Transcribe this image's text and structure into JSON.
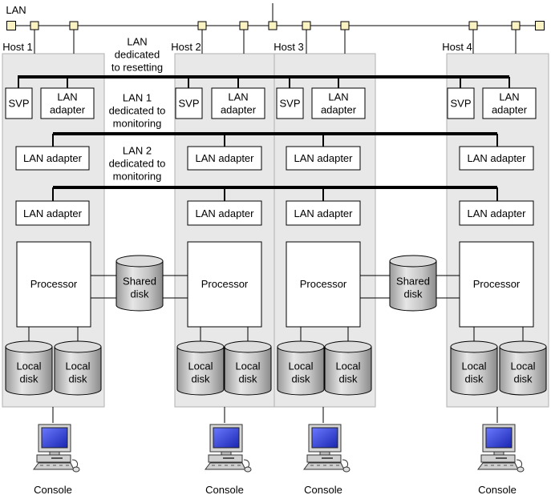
{
  "lan": {
    "label": "LAN",
    "resetting_label": [
      "LAN",
      "dedicated",
      "to resetting"
    ],
    "lan1_label": [
      "LAN 1",
      "dedicated to",
      "monitoring"
    ],
    "lan2_label": [
      "LAN 2",
      "dedicated to",
      "monitoring"
    ]
  },
  "hosts": [
    {
      "name": "Host 1",
      "svp": "SVP",
      "reset_adapter": [
        "LAN",
        "adapter"
      ],
      "lan1_adapter": "LAN adapter",
      "lan2_adapter": "LAN adapter",
      "processor": "Processor",
      "disks": [
        [
          "Local",
          "disk"
        ],
        [
          "Local",
          "disk"
        ]
      ],
      "console": "Console"
    },
    {
      "name": "Host 2",
      "svp": "SVP",
      "reset_adapter": [
        "LAN",
        "adapter"
      ],
      "lan1_adapter": "LAN adapter",
      "lan2_adapter": "LAN adapter",
      "processor": "Processor",
      "disks": [
        [
          "Local",
          "disk"
        ],
        [
          "Local",
          "disk"
        ]
      ],
      "console": "Console"
    },
    {
      "name": "Host 3",
      "svp": "SVP",
      "reset_adapter": [
        "LAN",
        "adapter"
      ],
      "lan1_adapter": "LAN adapter",
      "lan2_adapter": "LAN adapter",
      "processor": "Processor",
      "disks": [
        [
          "Local",
          "disk"
        ],
        [
          "Local",
          "disk"
        ]
      ],
      "console": "Console"
    },
    {
      "name": "Host 4",
      "svp": "SVP",
      "reset_adapter": [
        "LAN",
        "adapter"
      ],
      "lan1_adapter": "LAN adapter",
      "lan2_adapter": "LAN adapter",
      "processor": "Processor",
      "disks": [
        [
          "Local",
          "disk"
        ],
        [
          "Local",
          "disk"
        ]
      ],
      "console": "Console"
    }
  ],
  "shared_disks": [
    [
      "Shared",
      "disk"
    ],
    [
      "Shared",
      "disk"
    ]
  ],
  "colors": {
    "host_panel": "#e8e8e8",
    "cylinder": "#c8c8c8",
    "monitor_screen": "#2a38c8"
  }
}
